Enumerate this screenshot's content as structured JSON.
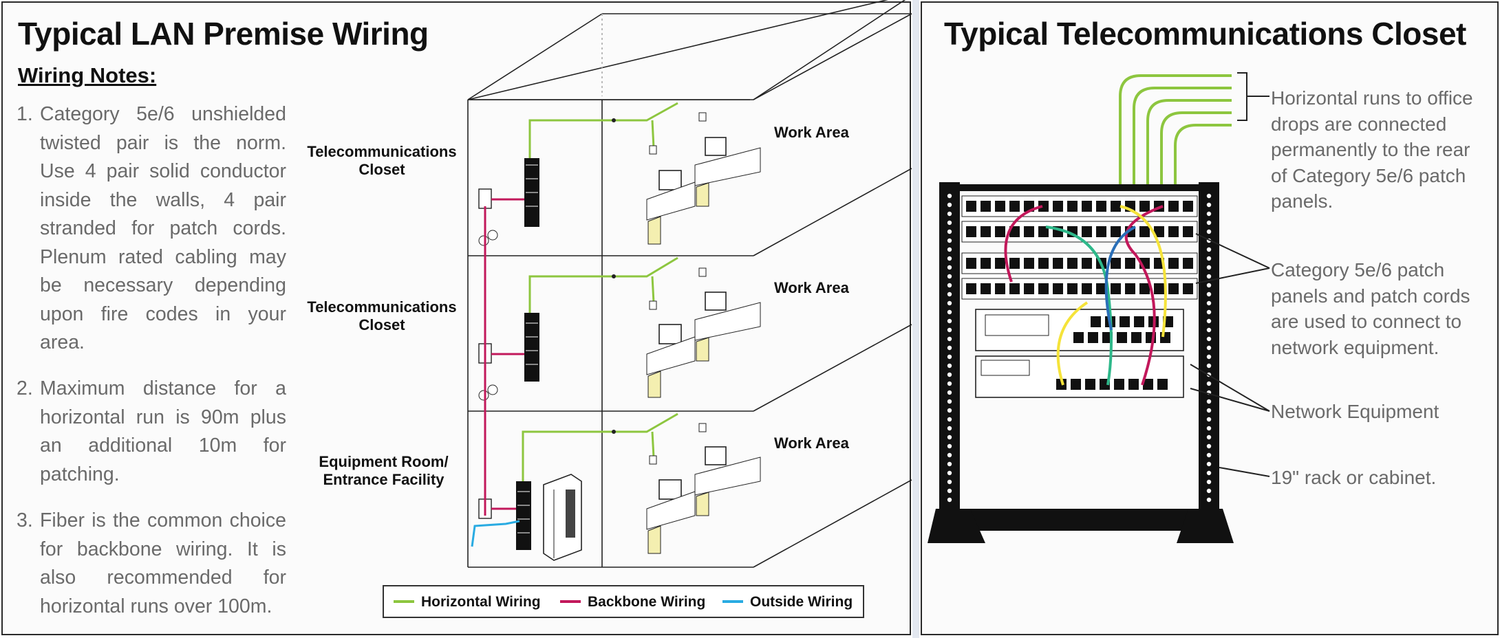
{
  "left": {
    "title": "Typical LAN Premise Wiring",
    "notes_heading": "Wiring Notes:",
    "notes": [
      {
        "num": "1.",
        "text": "Category 5e/6 unshielded twisted pair is the norm. Use 4 pair solid conductor inside the walls, 4 pair stranded for patch cords. Plenum rated cabling may be necessary depending upon fire codes in your area."
      },
      {
        "num": "2.",
        "text": "Maximum distance for a horizontal run is 90m plus an additional 10m for patching."
      },
      {
        "num": "3.",
        "text": "Fiber is the common choice for backbone wiring. It is also recommended for horizontal runs over 100m."
      }
    ],
    "floor_labels": {
      "closet_top": "Telecommunications Closet",
      "closet_mid": "Telecommunications Closet",
      "equipment_room": "Equipment Room/ Entrance Facility"
    },
    "work_area_labels": [
      "Work Area",
      "Work Area",
      "Work Area"
    ],
    "legend": {
      "horizontal": {
        "label": "Horizontal Wiring",
        "color": "#8dc63f"
      },
      "backbone": {
        "label": "Backbone Wiring",
        "color": "#c2185b"
      },
      "outside": {
        "label": "Outside Wiring",
        "color": "#29abe2"
      }
    }
  },
  "right": {
    "title": "Typical Telecommunications Closet",
    "callouts": {
      "horizontal_runs": "Horizontal runs to office drops are connected permanently to the rear of Category 5e/6 patch panels.",
      "patch_panels": "Category 5e/6 patch panels and patch cords are used to connect to network equipment.",
      "network_equipment": "Network Equipment",
      "rack": "19\" rack or cabinet."
    }
  },
  "colors": {
    "cord_red": "#c2185b",
    "cord_green": "#2eb88a",
    "cord_blue": "#2a6fb8",
    "cord_yellow": "#f5e33a",
    "wire_green": "#8dc63f"
  }
}
